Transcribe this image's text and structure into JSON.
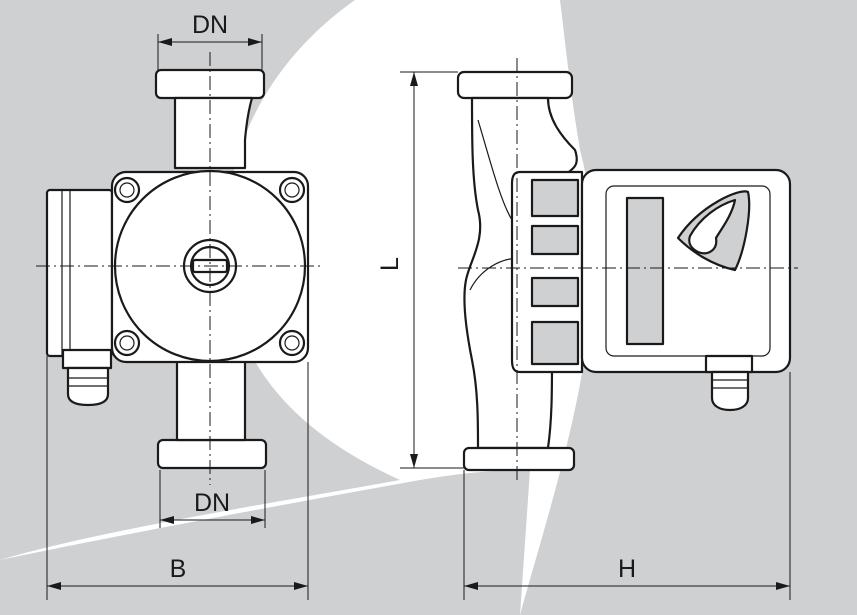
{
  "labels": {
    "dn_top": "DN",
    "dn_bottom": "DN",
    "dim_b": "B",
    "dim_h": "H",
    "dim_l": "L"
  },
  "colors": {
    "background_shape": "#cfd0d2",
    "line": "#1a1a1a",
    "paper": "#ffffff"
  }
}
